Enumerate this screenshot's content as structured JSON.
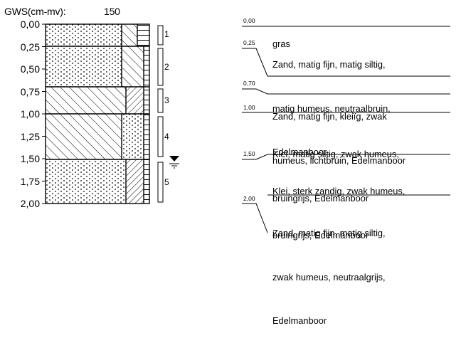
{
  "header": {
    "gws_label": "GWS(cm-mv):",
    "gws_value": "150"
  },
  "depth_ticks": [
    "0,00",
    "0,25",
    "0,50",
    "0,75",
    "1,00",
    "1,25",
    "1,50",
    "1,75",
    "2,00"
  ],
  "sample_numbers": [
    "1",
    "2",
    "3",
    "4",
    "5"
  ],
  "layers": [
    {
      "top": "0,00",
      "lines": [
        "gras"
      ]
    },
    {
      "top": "0,25",
      "lines": [
        "Zand, matig fijn, matig siltig,",
        "matig humeus, neutraalbruin,",
        "Edelmanboor"
      ]
    },
    {
      "top": "0,70",
      "lines": [
        "Zand, matig fijn, kleiïg, zwak",
        "humeus, lichtbruin, Edelmanboor"
      ]
    },
    {
      "top": "1,00",
      "lines": [
        "Klei, matig siltig, zwak humeus,",
        "bruingrijs, Edelmanboor"
      ]
    },
    {
      "top": "1,50",
      "lines": [
        "Klei, sterk zandig, zwak humeus,",
        "bruingrijs, Edelmanboor"
      ]
    },
    {
      "top": "2,00",
      "lines": [
        "Zand, matig fijn, matig siltig,",
        "zwak humeus, neutraalgrijs,",
        "Edelmanboor"
      ]
    }
  ]
}
